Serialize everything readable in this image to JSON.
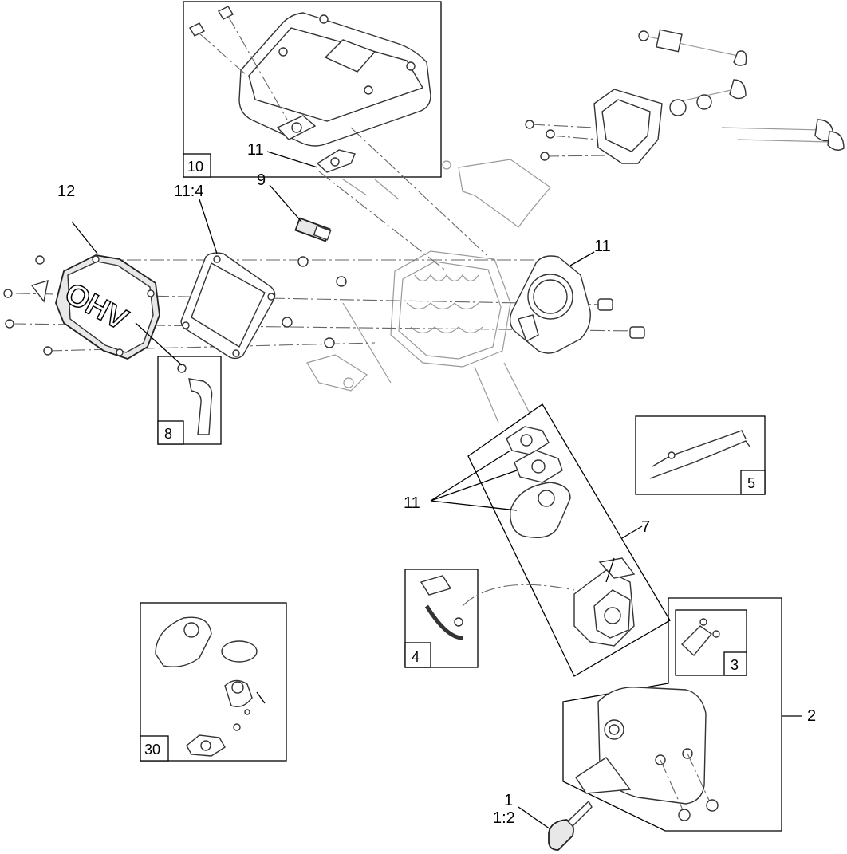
{
  "callouts": {
    "c12": "12",
    "c11_4": "11:4",
    "c9": "9",
    "c11_head": "11",
    "c11_box10": "11",
    "c11_carb": "11",
    "c7": "7",
    "c2": "2",
    "c1": "1",
    "c1_2": "1:2"
  },
  "boxes": {
    "b10": "10",
    "b8": "8",
    "b5": "5",
    "b4": "4",
    "b3": "3",
    "b30": "30"
  },
  "cover_text": "OHV"
}
